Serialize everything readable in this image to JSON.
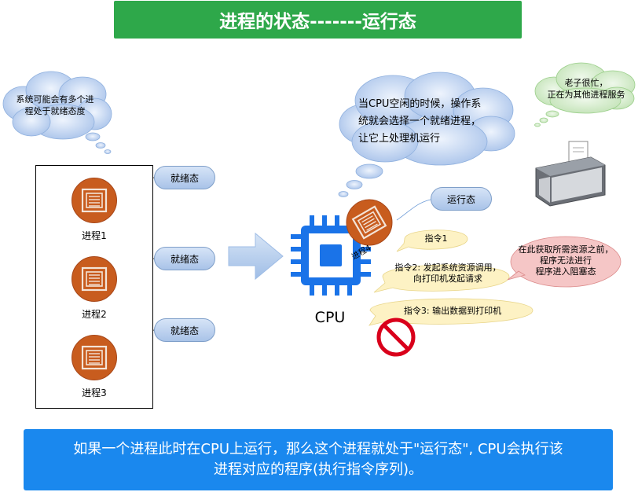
{
  "title": "进程的状态-------运行态",
  "processes": [
    {
      "label": "进程1",
      "state": "就绪态"
    },
    {
      "label": "进程2",
      "state": "就绪态"
    },
    {
      "label": "进程3",
      "state": "就绪态"
    }
  ],
  "clouds": {
    "left": [
      "系统可能会有多个进",
      "程处于就绪态度"
    ],
    "center": [
      "当CPU空闲的时候，操作系",
      "统就会选择一个就绪进程，",
      "让它上处理机运行"
    ],
    "right": [
      "老子很忙，",
      "正在为其他进程服务"
    ]
  },
  "running": {
    "process_label": "进程4",
    "state": "运行态"
  },
  "cpu_label": "CPU",
  "instructions": [
    "指令1",
    [
      "指令2: 发起系统资源调用，",
      "向打印机发起请求"
    ],
    "指令3: 输出数据到打印机"
  ],
  "blocked_note": [
    "在此获取所需资源之前，",
    "程序无法进行",
    "程序进入阻塞态"
  ],
  "footer": [
    "如果一个进程此时在CPU上运行，那么这个进程就处于\"运行态\", CPU会执行该",
    "进程对应的程序(执行指令序列)。"
  ],
  "colors": {
    "title_bg": "#2ea84a",
    "process_icon": "#c85c1e",
    "cpu": "#1a73e8",
    "footer_bg": "#1a88ee",
    "cloud": "#a9c3ea",
    "instruction_bubble": "#fdf2c4",
    "blocked_bubble": "#f5c6c6",
    "no_sign": "#d9001b"
  },
  "icons": [
    "document-icon",
    "cpu-chip-icon",
    "printer-icon",
    "no-entry-icon",
    "right-arrow-icon"
  ]
}
